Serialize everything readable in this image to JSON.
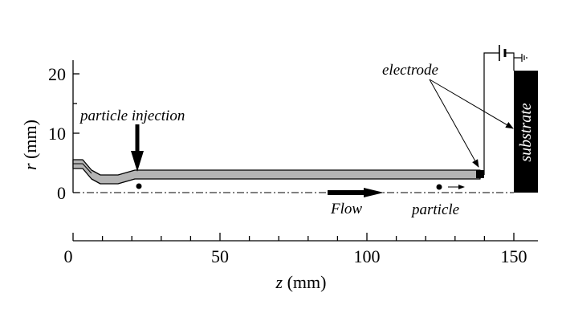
{
  "figure": {
    "y_axis": {
      "label_var": "r",
      "label_unit": " (mm)",
      "ticks": [
        "0",
        "10",
        "20"
      ]
    },
    "x_axis": {
      "label_var": "z",
      "label_unit": " (mm)",
      "ticks": [
        "0",
        "50",
        "100",
        "150"
      ]
    },
    "annotations": {
      "particle_injection": "particle injection",
      "electrode": "electrode",
      "substrate": "substrate",
      "flow": "Flow",
      "particle": "particle"
    },
    "colors": {
      "nozzle_fill": "#b4b4b4",
      "substrate_fill": "#000000",
      "substrate_text": "#ffffff"
    }
  }
}
